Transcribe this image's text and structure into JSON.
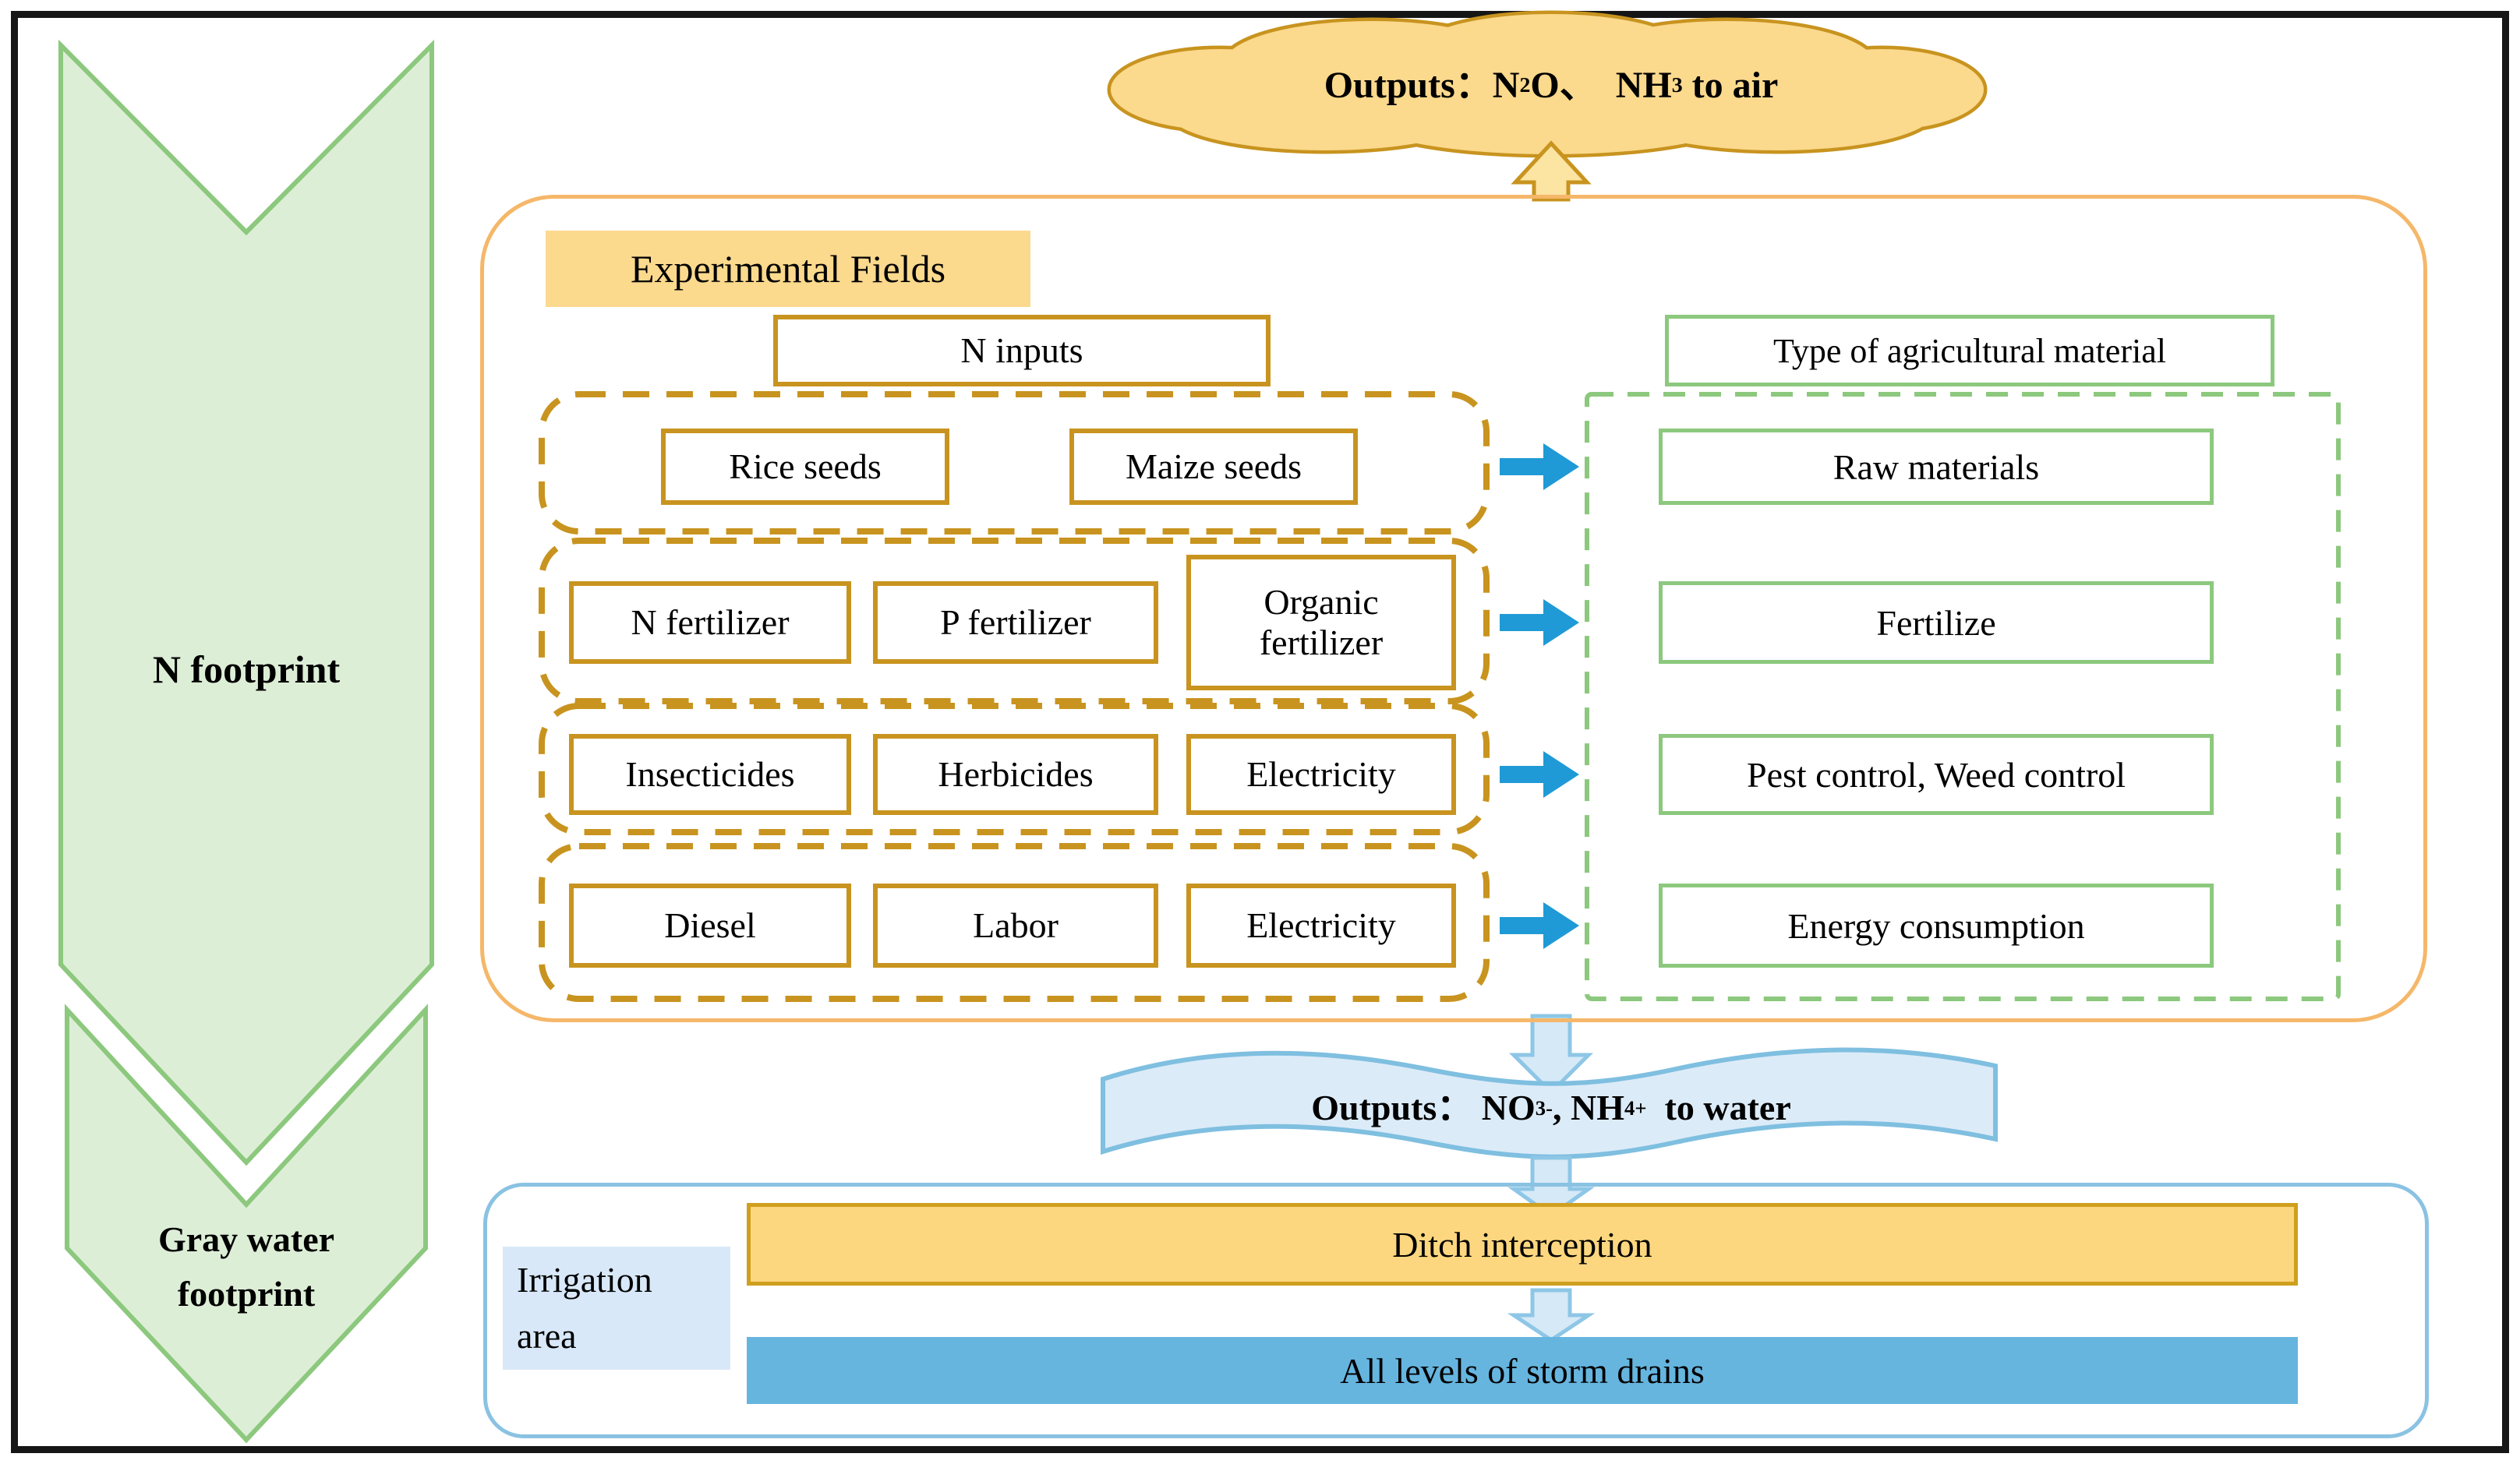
{
  "colors": {
    "gold": "#c8941f",
    "gold-light": "#f5b769",
    "cloud-fill": "#fbd98d",
    "label-fill": "#fbd98d",
    "up-fill": "#fce4a2",
    "green": "#8cc87d",
    "green-fill": "#ddeed6",
    "blue-arrow": "#1f9ad6",
    "down-fill": "#d6e9f7",
    "down-stroke": "#8ec6e6",
    "banner-fill": "#dcebf8",
    "banner-stroke": "#7fbfe0",
    "box-blue-border": "#8ac2e2",
    "ditch-fill": "#fcd77f",
    "ditch-border": "#cf9f1e",
    "storm-fill": "#66b5df",
    "irrigation-fill": "#d8e8f8"
  },
  "footprints": {
    "n": "N footprint",
    "gray1": "Gray water",
    "gray2": "footprint"
  },
  "air_output": [
    {
      "t": "Outputs："
    },
    {
      "t": "N"
    },
    {
      "t": "2",
      "s": "sub"
    },
    {
      "t": "O、  "
    },
    {
      "t": "NH"
    },
    {
      "t": "3",
      "s": "sub"
    },
    {
      "t": " to air"
    }
  ],
  "water_output": [
    {
      "t": "Outputs： "
    },
    {
      "t": "NO"
    },
    {
      "t": "3-",
      "s": "sub"
    },
    {
      "t": ", "
    },
    {
      "t": "NH"
    },
    {
      "t": "4+",
      "s": "sub"
    },
    {
      "t": "  to water"
    }
  ],
  "experimental": {
    "label": "Experimental Fields",
    "n_inputs": "N inputs",
    "rows": [
      {
        "items": [
          "Rice seeds",
          "Maize seeds"
        ]
      },
      {
        "items": [
          "N fertilizer",
          "P fertilizer",
          "Organic fertilizer"
        ]
      },
      {
        "items": [
          "Insecticides",
          "Herbicides",
          "Electricity"
        ]
      },
      {
        "items": [
          "Diesel",
          "Labor",
          "Electricity"
        ]
      }
    ]
  },
  "agricultural": {
    "header": "Type of agricultural material",
    "items": [
      "Raw materials",
      "Fertilize",
      "Pest control,  Weed control",
      "Energy consumption"
    ]
  },
  "irrigation": {
    "line1": "Irrigation",
    "line2": "area",
    "ditch": "Ditch interception",
    "storm": "All levels of storm drains"
  }
}
